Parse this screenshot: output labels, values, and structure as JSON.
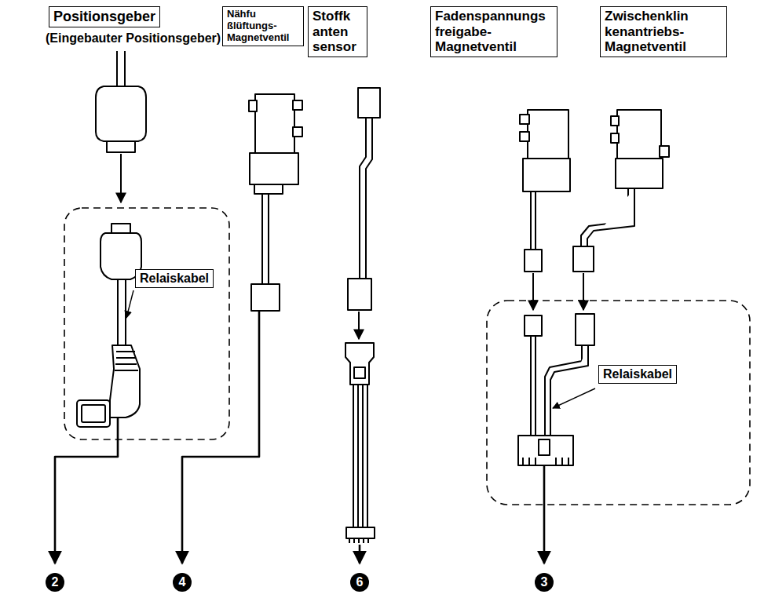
{
  "diagram": {
    "nodes": [
      {
        "text": [
          "Positionsgeber"
        ]
      },
      {
        "text": [
          "Nähfu ßlüftungs- Magnetventil"
        ]
      },
      {
        "text": [
          "Stoffk anten sensor"
        ]
      },
      {
        "text": [
          "Fadenspannungs freigabe- Magnetventil"
        ]
      },
      {
        "text": [
          "Zwischenklin kenantriebs- Magnetventil"
        ]
      },
      {
        "text": [
          "Relaiskabel"
        ]
      },
      {
        "text": [
          "Relaiskabel"
        ]
      }
    ],
    "labels": [
      "(Eingebauter Positionsgeber)",
      "2",
      "4",
      "6",
      "3"
    ]
  }
}
